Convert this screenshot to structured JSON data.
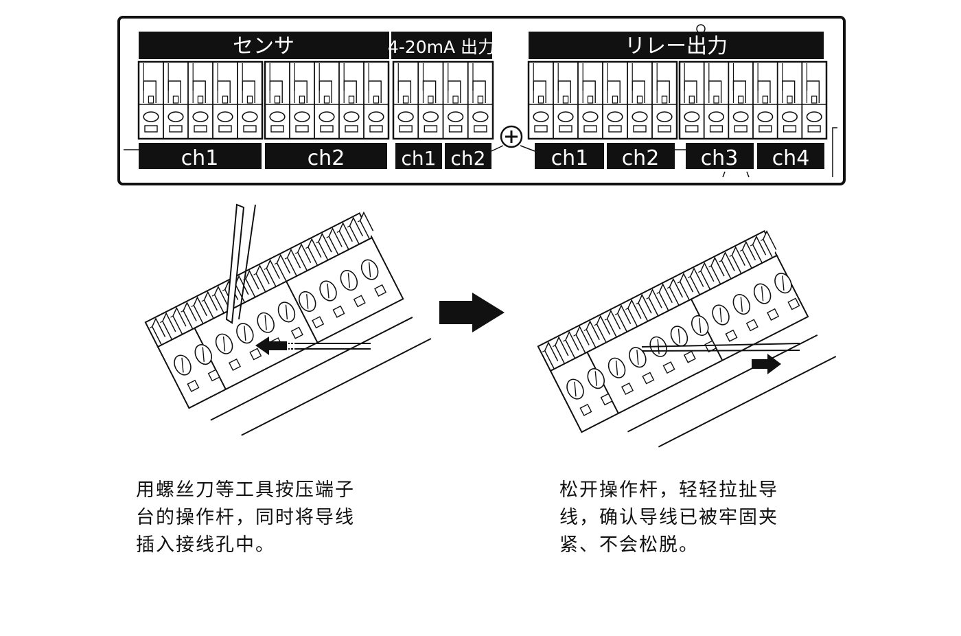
{
  "panel": {
    "headers": [
      {
        "id": "sensor",
        "label": "センサ"
      },
      {
        "id": "analog",
        "label": "4-20mA 出力"
      },
      {
        "id": "relay",
        "label": "リレー出力"
      }
    ],
    "channels": [
      {
        "group": "sensor",
        "label": "ch1"
      },
      {
        "group": "sensor",
        "label": "ch2"
      },
      {
        "group": "analog",
        "label": "ch1"
      },
      {
        "group": "analog",
        "label": "ch2"
      },
      {
        "group": "relay",
        "label": "ch1"
      },
      {
        "group": "relay",
        "label": "ch2"
      },
      {
        "group": "relay",
        "label": "ch3"
      },
      {
        "group": "relay",
        "label": "ch4"
      }
    ]
  },
  "steps": [
    {
      "lines": [
        "用螺丝刀等工具按压端子",
        "台的操作杆，同时将导线",
        "插入接线孔中。"
      ]
    },
    {
      "lines": [
        "松开操作杆，轻轻拉扯导",
        "线，确认导线已被牢固夹",
        "紧、不会松脱。"
      ]
    }
  ],
  "icons": [
    "screw-icon",
    "screwdriver-icon",
    "arrow-right-icon",
    "arrow-left-icon"
  ]
}
